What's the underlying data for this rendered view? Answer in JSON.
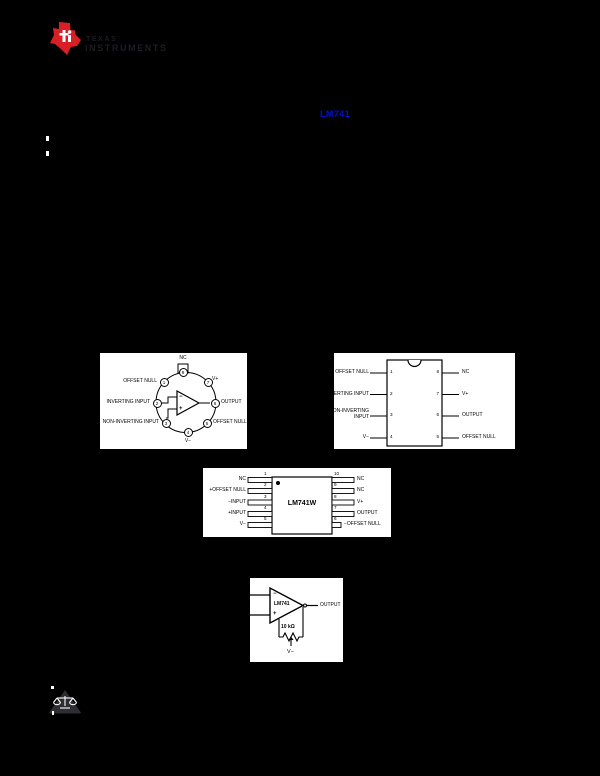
{
  "colors": {
    "page_bg": "#000000",
    "panel_bg": "#ffffff",
    "ink": "#000000",
    "link_blue": "#0011d8",
    "ti_red": "#d91f26",
    "logo_text": "#1c1c24",
    "legal_icon_gray": "#2e2e32"
  },
  "logo": {
    "bug_icon": "texas-state-icon",
    "line1": "TEXAS",
    "line2": "INSTRUMENTS"
  },
  "link": {
    "label": "LM741"
  },
  "to99": {
    "top_label": "NC",
    "opamp_minus": "−",
    "opamp_plus": "+",
    "pins": [
      {
        "num": "1",
        "label": "OFFSET NULL"
      },
      {
        "num": "2",
        "label": "INVERTING INPUT"
      },
      {
        "num": "3",
        "label": "NON-INVERTING INPUT"
      },
      {
        "num": "4",
        "label": "V−"
      },
      {
        "num": "5",
        "label": "OFFSET NULL"
      },
      {
        "num": "6",
        "label": "OUTPUT"
      },
      {
        "num": "7",
        "label": "V+"
      },
      {
        "num": "8",
        "label": "NC"
      }
    ]
  },
  "dip": {
    "left": [
      {
        "num": "1",
        "label": "OFFSET NULL"
      },
      {
        "num": "2",
        "label": "INVERTING INPUT"
      },
      {
        "num": "3",
        "label": "NON-INVERTING INPUT"
      },
      {
        "num": "4",
        "label": "V−"
      }
    ],
    "right": [
      {
        "num": "8",
        "label": "NC"
      },
      {
        "num": "7",
        "label": "V+"
      },
      {
        "num": "6",
        "label": "OUTPUT"
      },
      {
        "num": "5",
        "label": "OFFSET NULL"
      }
    ]
  },
  "flatpak": {
    "part": "LM741W",
    "left": [
      {
        "num": "1",
        "label": "NC"
      },
      {
        "num": "2",
        "label": "+OFFSET NULL"
      },
      {
        "num": "3",
        "label": "−INPUT"
      },
      {
        "num": "4",
        "label": "+INPUT"
      },
      {
        "num": "5",
        "label": "V−"
      }
    ],
    "right": [
      {
        "num": "10",
        "label": "NC"
      },
      {
        "num": "9",
        "label": "NC"
      },
      {
        "num": "8",
        "label": "V+"
      },
      {
        "num": "7",
        "label": "OUTPUT"
      },
      {
        "num": "6",
        "label": "−OFFSET NULL"
      }
    ]
  },
  "circuit": {
    "part": "LM741",
    "minus": "−",
    "plus": "+",
    "output_label": "OUTPUT",
    "resistor_label": "10 kΩ",
    "supply_label": "V−"
  },
  "footer": {
    "legal_icon": "scales-of-justice-icon"
  }
}
